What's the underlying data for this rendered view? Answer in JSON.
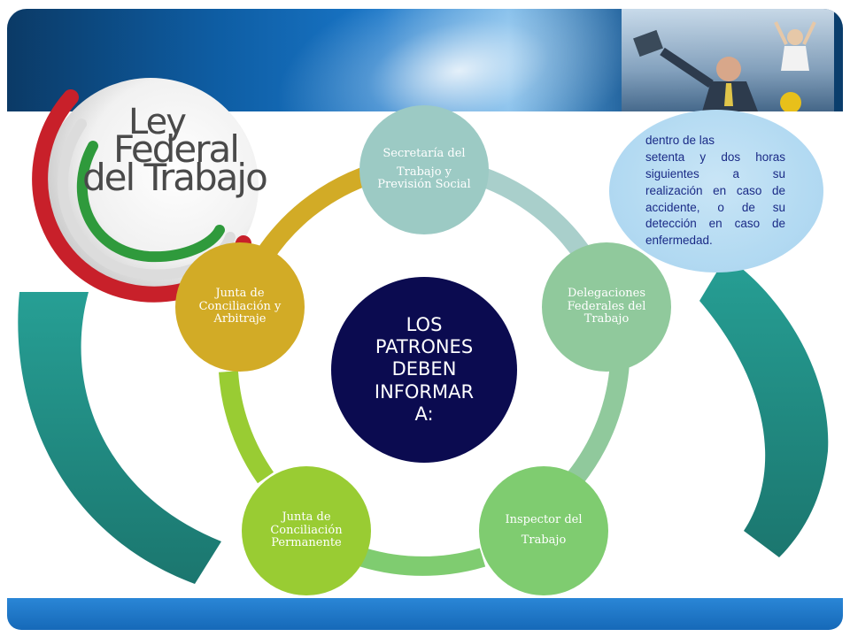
{
  "logo": {
    "line1": "Ley",
    "line2": "Federal",
    "line3": "del Trabajo"
  },
  "diagram": {
    "center": [
      "LOS",
      "PATRONES",
      "DEBEN",
      "INFORMAR",
      "A:"
    ],
    "nodes": {
      "top": [
        "Secretaría del",
        "Trabajo y Previsión Social"
      ],
      "right": [
        "Delegaciones Federales del Trabajo"
      ],
      "bottom_right": [
        "Inspector del",
        "Trabajo"
      ],
      "bottom_left": [
        "Junta de Conciliación Permanente"
      ],
      "left": [
        "Junta de Conciliación y Arbitraje"
      ]
    }
  },
  "note": {
    "lines": [
      "dentro de las",
      "setenta y dos horas siguientes a su realización en caso de accidente, o de su detección en caso de enfermedad."
    ]
  },
  "colors": {
    "center": "#0b0b50",
    "ring_top_right": "#a9cfcb",
    "ring_right": "#90c99c",
    "ring_bottom": "#7fcc70",
    "ring_left": "#99cc33",
    "ring_top_left": "#d2ab26",
    "note_text": "#1a2a86",
    "header": "#0e5da3",
    "footer": "#1669b8",
    "deco": "#15877f"
  }
}
